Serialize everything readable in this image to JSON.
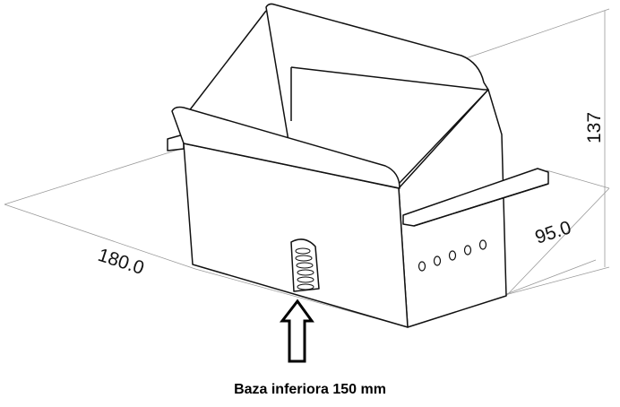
{
  "dimensions": {
    "length": "180.0",
    "width": "95.0",
    "height": "137"
  },
  "caption": "Baza inferiora 150 mm",
  "colors": {
    "line": "#111111",
    "dimension": "#888888"
  }
}
